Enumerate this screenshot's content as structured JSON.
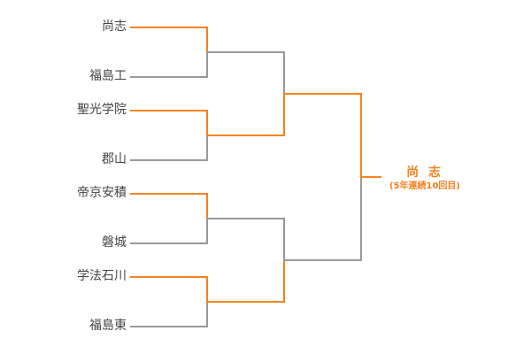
{
  "colors": {
    "win": "#f5821f",
    "lose": "#999999"
  },
  "teams": [
    "尚志",
    "福島工",
    "聖光学院",
    "郡山",
    "帝京安積",
    "磐城",
    "学法石川",
    "福島東"
  ],
  "round1_winners": [
    0,
    0,
    0,
    0
  ],
  "round2_winners": [
    1,
    1
  ],
  "final_winner": 0,
  "champion": {
    "name": "尚 志",
    "note": "(5年連続10回目)"
  }
}
